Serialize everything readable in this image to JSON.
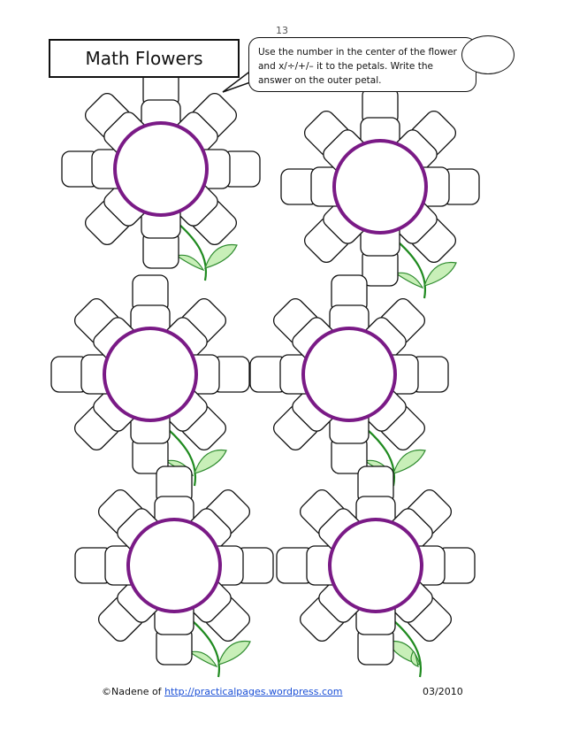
{
  "page_number": "13",
  "title": "Math Flowers",
  "instructions": {
    "line1": "Use the number in the center of the flower",
    "line2": "and x/÷/+/– it to the petals.  Write the",
    "line3": "answer on the outer petal."
  },
  "footer": {
    "credit": "©Nadene of ",
    "link": "http://practicalpages.wordpress.com",
    "date": "03/2010"
  },
  "flowers": [
    {
      "id": "flower-1",
      "leaf": "right"
    },
    {
      "id": "flower-2",
      "leaf": "right"
    },
    {
      "id": "flower-3",
      "leaf": "right"
    },
    {
      "id": "flower-4",
      "leaf": "right"
    },
    {
      "id": "flower-5",
      "leaf": "right"
    },
    {
      "id": "flower-6",
      "leaf": "left"
    }
  ],
  "colors": {
    "center_ring": "#7a1a86",
    "stem": "#1f8a1f",
    "leaf_fill": "#c8efb8",
    "leaf_stroke": "#2e8b2e",
    "petal_stroke": "#111111"
  },
  "icons": {
    "flower": "flower-icon",
    "leaf": "leaf-icon",
    "speech_bubble": "speech-bubble-icon"
  }
}
